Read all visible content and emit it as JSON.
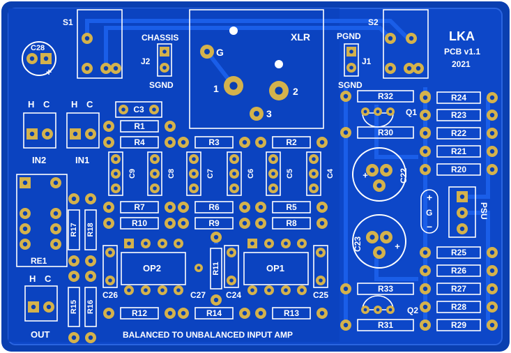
{
  "board": {
    "colors": {
      "fr4": "#0d47c8",
      "pour": "#0a3fb0",
      "trace": "#1a5ee8",
      "pad": "#d4b24c",
      "silk": "#ffffff",
      "edge": "#5a86e6"
    },
    "labels": {
      "s1": "S1",
      "s2": "S2",
      "c28": "C28",
      "plus": "+",
      "chassis": "CHASSIS",
      "j2": "J2",
      "sgnd": "SGND",
      "xlr": "XLR",
      "g": "G",
      "p1": "1",
      "p2": "2",
      "p3": "3",
      "pgnd": "PGND",
      "j1": "J1",
      "sgnd2": "SGND",
      "title": "LKA",
      "version": "PCB v1.1",
      "year": "2021",
      "h": "H",
      "c": "C",
      "in2": "IN2",
      "in1": "IN1",
      "re1": "RE1",
      "out": "OUT",
      "op1": "OP1",
      "op2": "OP2",
      "psu": "PSU",
      "psu_plus": "+",
      "psu_g": "G",
      "psu_minus": "−",
      "q1": "Q1",
      "q2": "Q2",
      "footer": "BALANCED TO UNBALANCED INPUT AMP"
    },
    "resistors": {
      "r1": "R1",
      "r2": "R2",
      "r3": "R3",
      "r4": "R4",
      "r5": "R5",
      "r6": "R6",
      "r7": "R7",
      "r8": "R8",
      "r9": "R9",
      "r10": "R10",
      "r11": "R11",
      "r12": "R12",
      "r13": "R13",
      "r14": "R14",
      "r15": "R15",
      "r16": "R16",
      "r17": "R17",
      "r18": "R18",
      "r20": "R20",
      "r21": "R21",
      "r22": "R22",
      "r23": "R23",
      "r24": "R24",
      "r25": "R25",
      "r26": "R26",
      "r27": "R27",
      "r28": "R28",
      "r29": "R29",
      "r30": "R30",
      "r31": "R31",
      "r32": "R32",
      "r33": "R33"
    },
    "capacitors": {
      "c3": "C3",
      "c4": "C4",
      "c5": "C5",
      "c6": "C6",
      "c7": "C7",
      "c8": "C8",
      "c9": "C9",
      "c22": "C22",
      "c23": "C23",
      "c24": "C24",
      "c25": "C25",
      "c26": "C26",
      "c27": "C27"
    }
  }
}
